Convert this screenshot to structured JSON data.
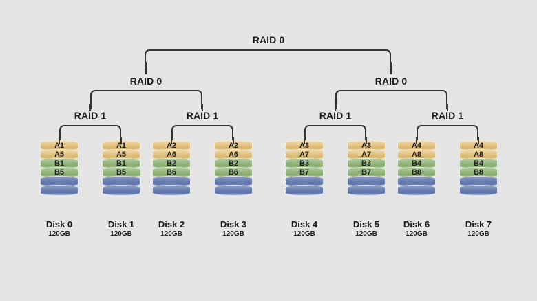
{
  "diagram": {
    "title": "RAID 10 nested array diagram",
    "background_color": "#e5e5e5",
    "line_color": "#333333"
  },
  "tree": {
    "root": {
      "label": "RAID 0"
    },
    "level2": [
      {
        "label": "RAID 0"
      },
      {
        "label": "RAID 0"
      }
    ],
    "level3": [
      {
        "label": "RAID 1"
      },
      {
        "label": "RAID 1"
      },
      {
        "label": "RAID 1"
      },
      {
        "label": "RAID 1"
      }
    ]
  },
  "disks": [
    {
      "name": "Disk 0",
      "size": "120GB",
      "blocks": [
        "A1",
        "A5",
        "B1",
        "B5"
      ]
    },
    {
      "name": "Disk 1",
      "size": "120GB",
      "blocks": [
        "A1",
        "A5",
        "B1",
        "B5"
      ]
    },
    {
      "name": "Disk 2",
      "size": "120GB",
      "blocks": [
        "A2",
        "A6",
        "B2",
        "B6"
      ]
    },
    {
      "name": "Disk 3",
      "size": "120GB",
      "blocks": [
        "A2",
        "A6",
        "B2",
        "B6"
      ]
    },
    {
      "name": "Disk 4",
      "size": "120GB",
      "blocks": [
        "A3",
        "A7",
        "B3",
        "B7"
      ]
    },
    {
      "name": "Disk 5",
      "size": "120GB",
      "blocks": [
        "A3",
        "A7",
        "B3",
        "B7"
      ]
    },
    {
      "name": "Disk 6",
      "size": "120GB",
      "blocks": [
        "A4",
        "A8",
        "B4",
        "B8"
      ]
    },
    {
      "name": "Disk 7",
      "size": "120GB",
      "blocks": [
        "A4",
        "A8",
        "B4",
        "B8"
      ]
    }
  ],
  "block_colors": {
    "tan": "#e3c384",
    "green": "#95b67e",
    "blue": "#6a7eb0"
  }
}
